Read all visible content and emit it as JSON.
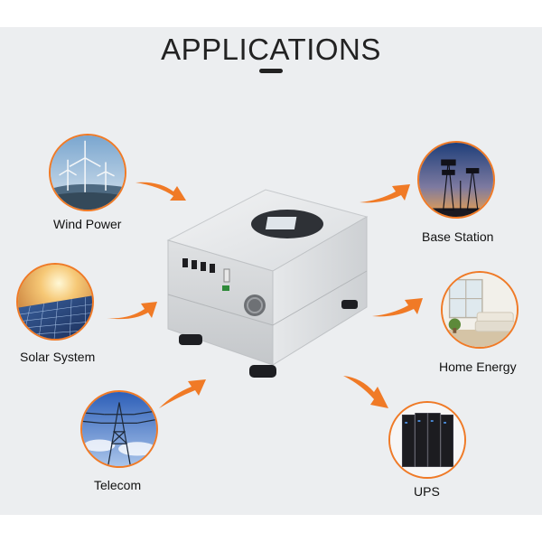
{
  "title": "APPLICATIONS",
  "applications": [
    {
      "label": "Wind Power",
      "icon": "wind-turbine-photo"
    },
    {
      "label": "Solar System",
      "icon": "solar-panel-photo"
    },
    {
      "label": "Telecom",
      "icon": "power-tower-photo"
    },
    {
      "label": "Base Station",
      "icon": "cell-tower-photo"
    },
    {
      "label": "Home Energy",
      "icon": "living-room-photo"
    },
    {
      "label": "UPS",
      "icon": "server-rack-photo"
    }
  ],
  "colors": {
    "accent": "#f07a26",
    "background": "#eceef0",
    "text": "#222222"
  }
}
